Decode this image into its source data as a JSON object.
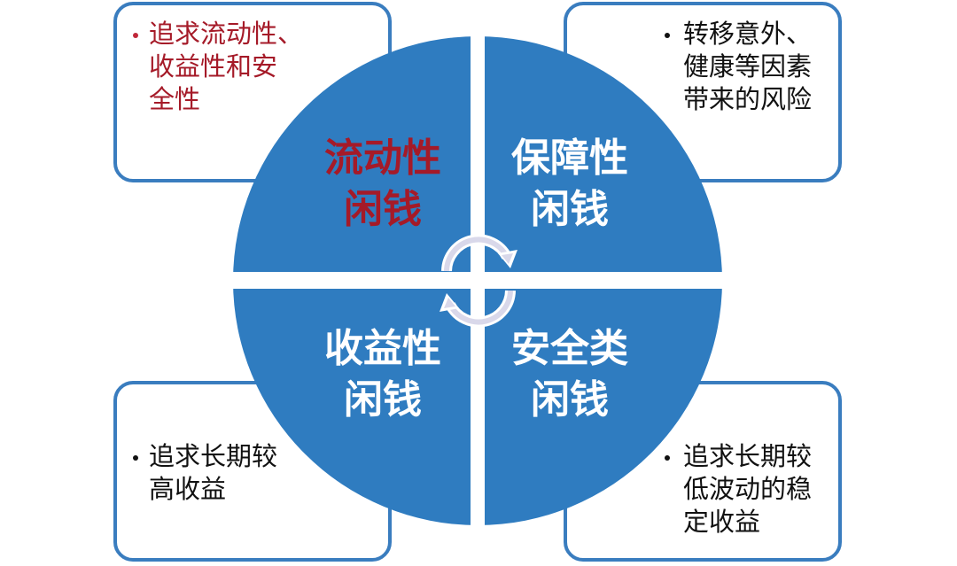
{
  "colors": {
    "quadrant_fill": "#2f7cc0",
    "box_border": "#3a7dbf",
    "highlight_text": "#a51a28",
    "body_text": "#111111",
    "arrow_fill": "#e9e8f3"
  },
  "quadrants": {
    "top_left": {
      "label": "流动性\n闲钱"
    },
    "top_right": {
      "label": "保障性\n闲钱"
    },
    "bottom_left": {
      "label": "收益性\n闲钱"
    },
    "bottom_right": {
      "label": "安全类\n闲钱"
    }
  },
  "boxes": {
    "top_left": {
      "text": "追求流动性、\n收益性和安\n全性"
    },
    "top_right": {
      "text": "转移意外、\n健康等因素\n带来的风险"
    },
    "bottom_left": {
      "text": "追求长期较\n高收益"
    },
    "bottom_right": {
      "text": "追求长期较\n低波动的稳\n定收益"
    }
  },
  "icons": {
    "center": [
      "circular-arrow-top",
      "circular-arrow-bottom"
    ]
  }
}
